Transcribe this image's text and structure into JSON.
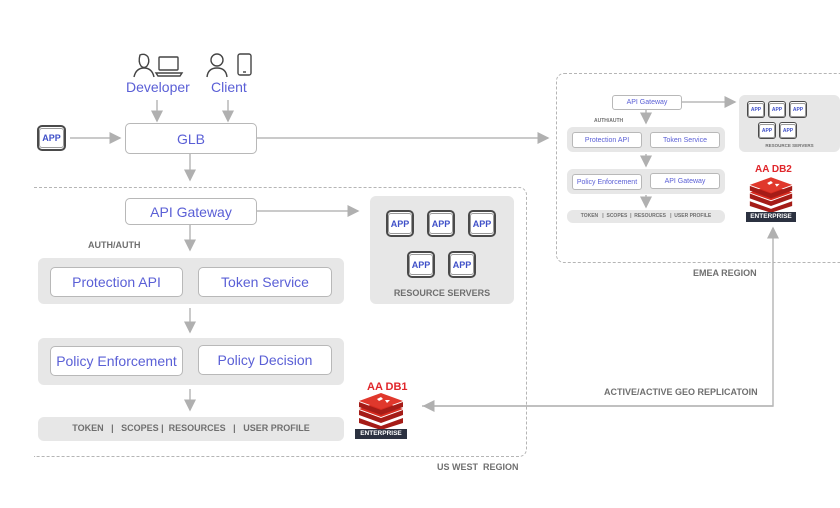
{
  "actors": {
    "developer": "Developer",
    "client": "Client"
  },
  "app_label": "APP",
  "glb": "GLB",
  "us_west": {
    "api_gateway": "API Gateway",
    "auth_label": "AUTH/AUTH",
    "protection_api": "Protection API",
    "token_service": "Token Service",
    "policy_enforcement": "Policy Enforcement",
    "policy_decision": "Policy Decision",
    "data_bar": "TOKEN   |   SCOPES |  RESOURCES   |   USER PROFILE",
    "resource_servers": "RESOURCE SERVERS",
    "db_name": "AA DB1",
    "db_badge": "ENTERPRISE",
    "region_label": "US WEST  REGION"
  },
  "emea": {
    "api_gateway": "API Gateway",
    "auth_label": "AUTH/AUTH",
    "protection_api": "Protection API",
    "token_service": "Token Service",
    "policy_enforcement": "Policy Enforcement",
    "api_gateway_2": "API Gateway",
    "data_bar": "TOKEN   |  SCOPES  |  RESOURCES   |  USER PROFILE",
    "resource_servers": "RESOURCE SERVERS",
    "db_name": "AA DB2",
    "db_badge": "ENTERPRISE",
    "region_label": "EMEA REGION"
  },
  "replication_label": "ACTIVE/ACTIVE GEO REPLICATOIN",
  "colors": {
    "accent": "#5a5fd6",
    "redis_red": "#d82c20",
    "badge": "#2b3140",
    "panel": "#e7e7e7"
  }
}
